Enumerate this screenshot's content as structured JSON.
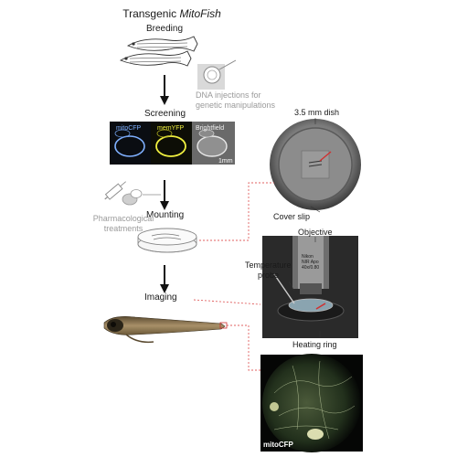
{
  "title": {
    "prefix": "Transgenic ",
    "emph": "MitoFish"
  },
  "steps": {
    "breeding": "Breeding",
    "screening": "Screening",
    "mounting": "Mounting",
    "imaging": "Imaging"
  },
  "side_notes": {
    "dna_line1": "DNA injections for",
    "dna_line2": "genetic manipulations",
    "pharma_line1": "Pharmacological",
    "pharma_line2": "treatments"
  },
  "screening_panels": [
    "mitoCFP",
    "memYFP",
    "Brightfield"
  ],
  "scale_bar": "1mm",
  "photo_labels": {
    "dish": "3.5 mm dish",
    "cover_slip": "Cover slip",
    "objective": "Objective",
    "temp_line1": "Temperature",
    "temp_line2": "probe",
    "heating_ring": "Heating ring",
    "lens_line1": "Nikon",
    "lens_line2": "NIR Apo",
    "lens_line3": "40x/0.80",
    "micro_label": "mitoCFP"
  },
  "colors": {
    "cfp": "#7fb0ff",
    "yfp": "#f0f040",
    "accent_red": "#d03030",
    "dash_red": "#e06060",
    "gray_text": "#9a9a9a"
  }
}
